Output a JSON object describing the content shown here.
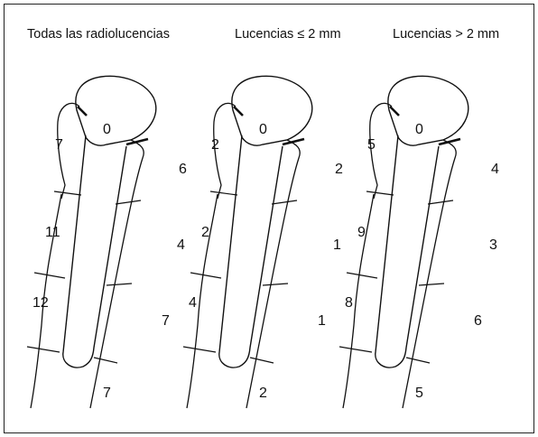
{
  "panels": [
    {
      "title": "Todas las radiolucencias",
      "zones": {
        "z1": "7",
        "z2": "11",
        "z3": "12",
        "tip": "0",
        "z4": "7",
        "z5": "7",
        "z6": "4",
        "z7": "6"
      }
    },
    {
      "title": "Lucencias ≤ 2 mm",
      "zones": {
        "z1": "2",
        "z2": "2",
        "z3": "4",
        "tip": "0",
        "z4": "2",
        "z5": "1",
        "z6": "1",
        "z7": "2"
      }
    },
    {
      "title": "Lucencias > 2 mm",
      "zones": {
        "z1": "5",
        "z2": "9",
        "z3": "8",
        "tip": "0",
        "z4": "5",
        "z5": "6",
        "z6": "3",
        "z7": "4"
      }
    }
  ],
  "colors": {
    "line": "#111111",
    "background": "#ffffff",
    "frame": "#222222"
  }
}
